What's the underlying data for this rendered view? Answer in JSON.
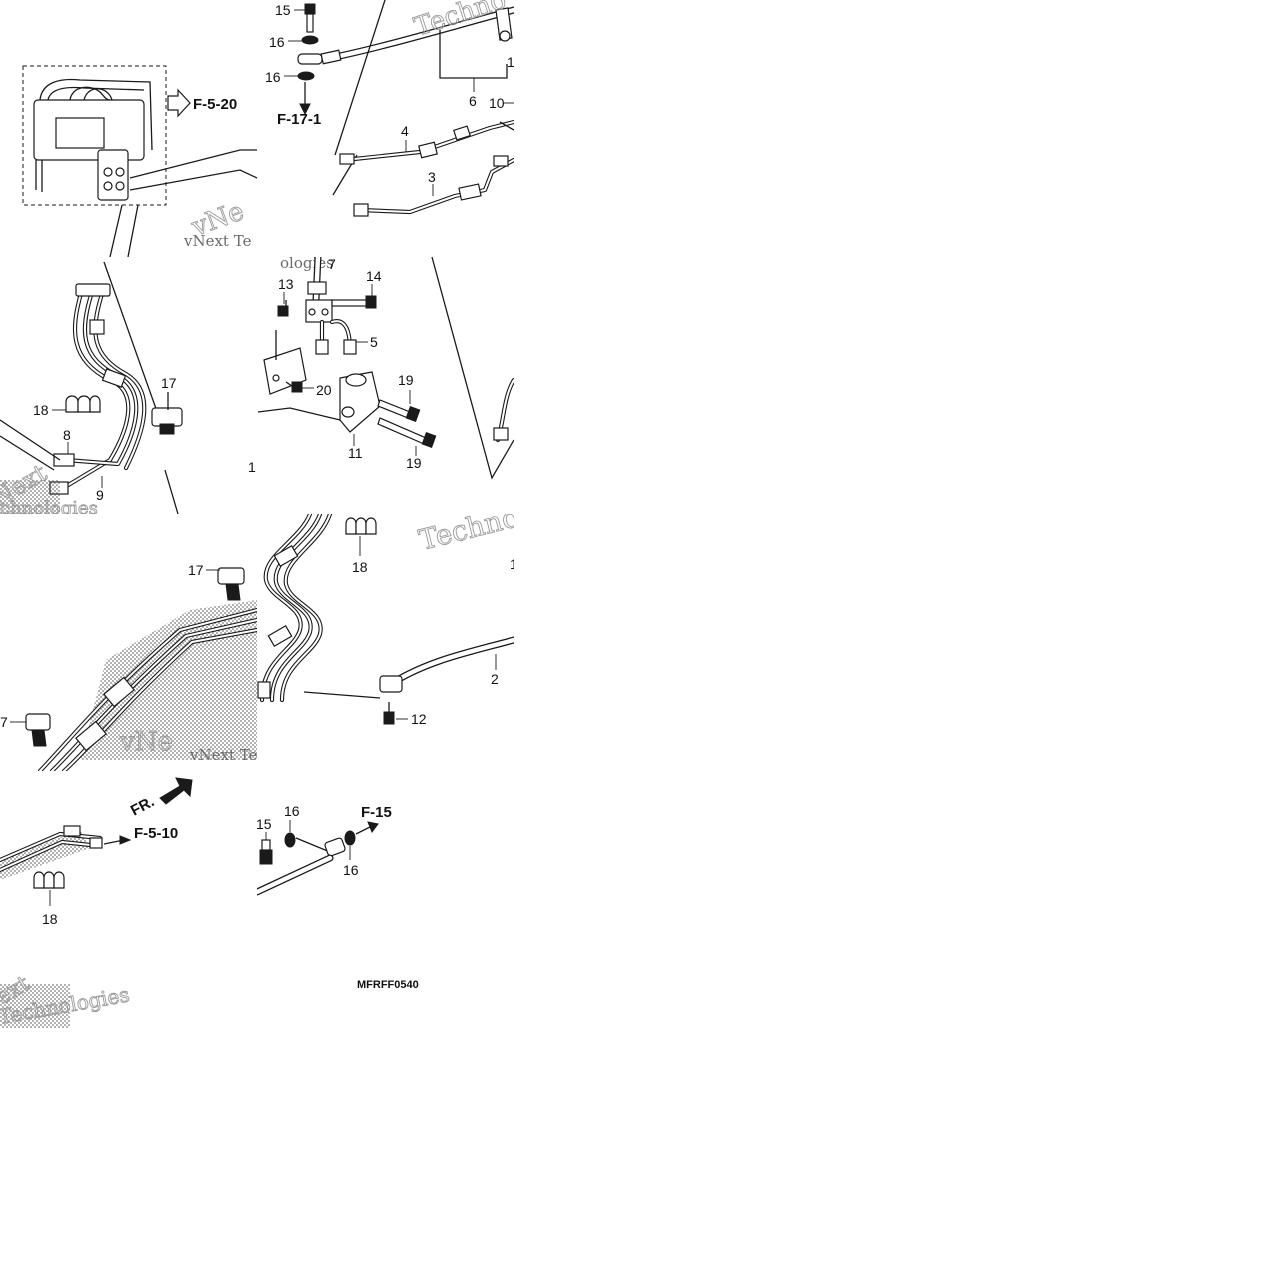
{
  "diagram": {
    "drawing_code": "MFRFF0540",
    "references": {
      "f_5_20": "F-5-20",
      "f_17_1": "F-17-1",
      "f_5_10": "F-5-10",
      "f_15": "F-15",
      "front": "FR."
    },
    "callouts": {
      "tile_b": [
        "15",
        "16",
        "16",
        "6",
        "4",
        "3",
        "10",
        "1"
      ],
      "tile_c": [
        "18",
        "8",
        "9",
        "17"
      ],
      "tile_d": [
        "7",
        "13",
        "14",
        "5",
        "20",
        "19",
        "11",
        "19"
      ],
      "tile_e": [
        "17",
        "7"
      ],
      "tile_f": [
        "18",
        "2",
        "12"
      ],
      "tile_g": [
        "18"
      ],
      "tile_h": [
        "15",
        "16",
        "16"
      ],
      "edge_stubs": [
        "1",
        "1"
      ]
    },
    "watermarks": {
      "techno": "Techno",
      "vnext": "vNext Te",
      "vne": "vNe",
      "next": "Next",
      "technologies": "Technologies",
      "chnologies": "chnologies",
      "ologies": "ologies",
      "ext": "ext"
    }
  }
}
